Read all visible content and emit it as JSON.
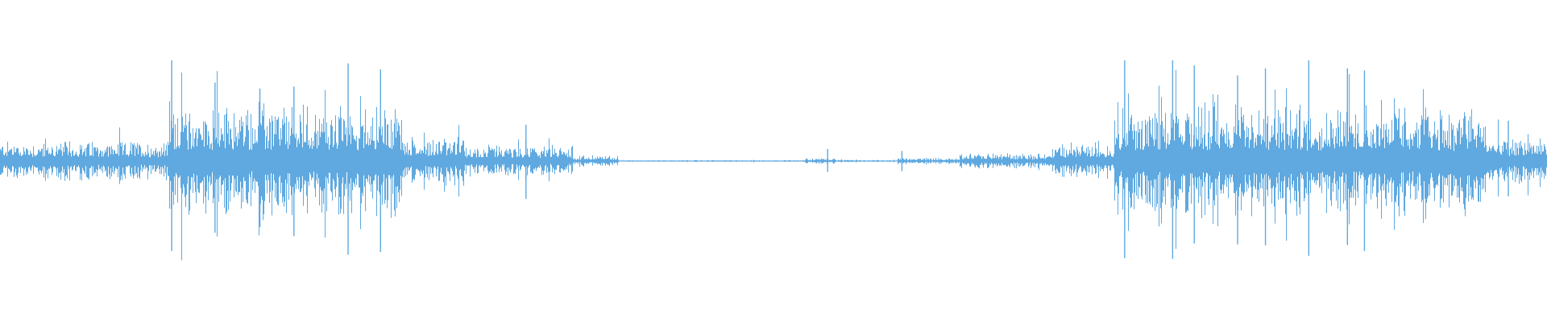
{
  "waveform": {
    "color": "#5fa9e0",
    "background": "#ffffff",
    "loudness_segments": [
      {
        "from": 0.0,
        "to": 0.108,
        "level": 0.18
      },
      {
        "from": 0.108,
        "to": 0.12,
        "level": 0.55
      },
      {
        "from": 0.12,
        "to": 0.26,
        "level": 0.5
      },
      {
        "from": 0.26,
        "to": 0.3,
        "level": 0.22
      },
      {
        "from": 0.3,
        "to": 0.37,
        "level": 0.14
      },
      {
        "from": 0.37,
        "to": 0.4,
        "level": 0.05
      },
      {
        "from": 0.4,
        "to": 0.52,
        "level": 0.008
      },
      {
        "from": 0.52,
        "to": 0.54,
        "level": 0.03
      },
      {
        "from": 0.54,
        "to": 0.58,
        "level": 0.01
      },
      {
        "from": 0.58,
        "to": 0.62,
        "level": 0.03
      },
      {
        "from": 0.62,
        "to": 0.68,
        "level": 0.07
      },
      {
        "from": 0.68,
        "to": 0.72,
        "level": 0.16
      },
      {
        "from": 0.72,
        "to": 0.96,
        "level": 0.5
      },
      {
        "from": 0.96,
        "to": 1.0,
        "level": 0.22
      }
    ],
    "peaks": [
      {
        "pos": 0.111,
        "level": 1.0
      },
      {
        "pos": 0.139,
        "level": 0.78
      },
      {
        "pos": 0.168,
        "level": 0.72
      },
      {
        "pos": 0.19,
        "level": 0.74
      },
      {
        "pos": 0.225,
        "level": 0.97
      },
      {
        "pos": 0.246,
        "level": 0.91
      },
      {
        "pos": 0.34,
        "level": 0.36
      },
      {
        "pos": 0.535,
        "level": 0.12
      },
      {
        "pos": 0.583,
        "level": 0.1
      },
      {
        "pos": 0.727,
        "level": 1.0
      },
      {
        "pos": 0.758,
        "level": 1.0
      },
      {
        "pos": 0.772,
        "level": 0.95
      },
      {
        "pos": 0.8,
        "level": 0.85
      },
      {
        "pos": 0.818,
        "level": 0.92
      },
      {
        "pos": 0.846,
        "level": 1.0
      },
      {
        "pos": 0.871,
        "level": 0.92
      },
      {
        "pos": 0.882,
        "level": 0.9
      },
      {
        "pos": 0.975,
        "level": 0.4
      }
    ]
  }
}
